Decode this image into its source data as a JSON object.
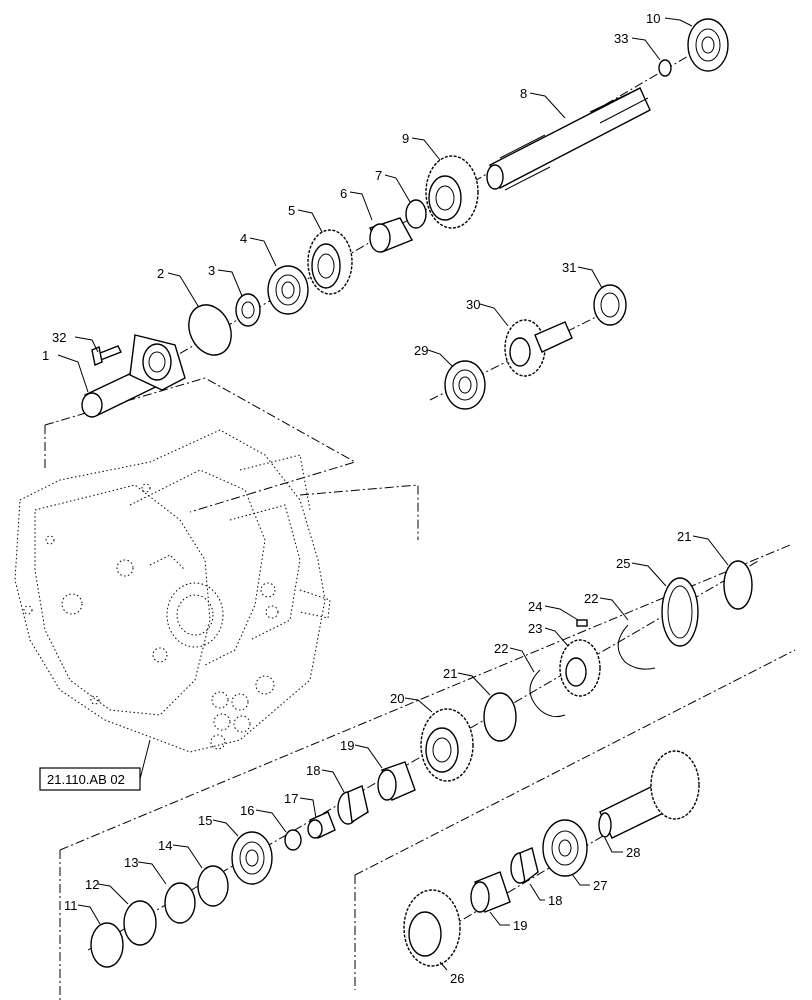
{
  "reference_label": "21.110.AB 02",
  "callouts": {
    "c1": "1",
    "c2": "2",
    "c3": "3",
    "c4": "4",
    "c5": "5",
    "c6": "6",
    "c7": "7",
    "c8": "8",
    "c9": "9",
    "c10": "10",
    "c11": "11",
    "c12": "12",
    "c13": "13",
    "c14": "14",
    "c15": "15",
    "c16": "16",
    "c17": "17",
    "c18a": "18",
    "c18b": "18",
    "c19a": "19",
    "c19b": "19",
    "c20": "20",
    "c21a": "21",
    "c21b": "21",
    "c22a": "22",
    "c22b": "22",
    "c23": "23",
    "c24": "24",
    "c25": "25",
    "c26": "26",
    "c27": "27",
    "c28": "28",
    "c29": "29",
    "c30": "30",
    "c31": "31",
    "c32": "32",
    "c33": "33"
  },
  "colors": {
    "line": "#000000",
    "background": "#ffffff"
  }
}
